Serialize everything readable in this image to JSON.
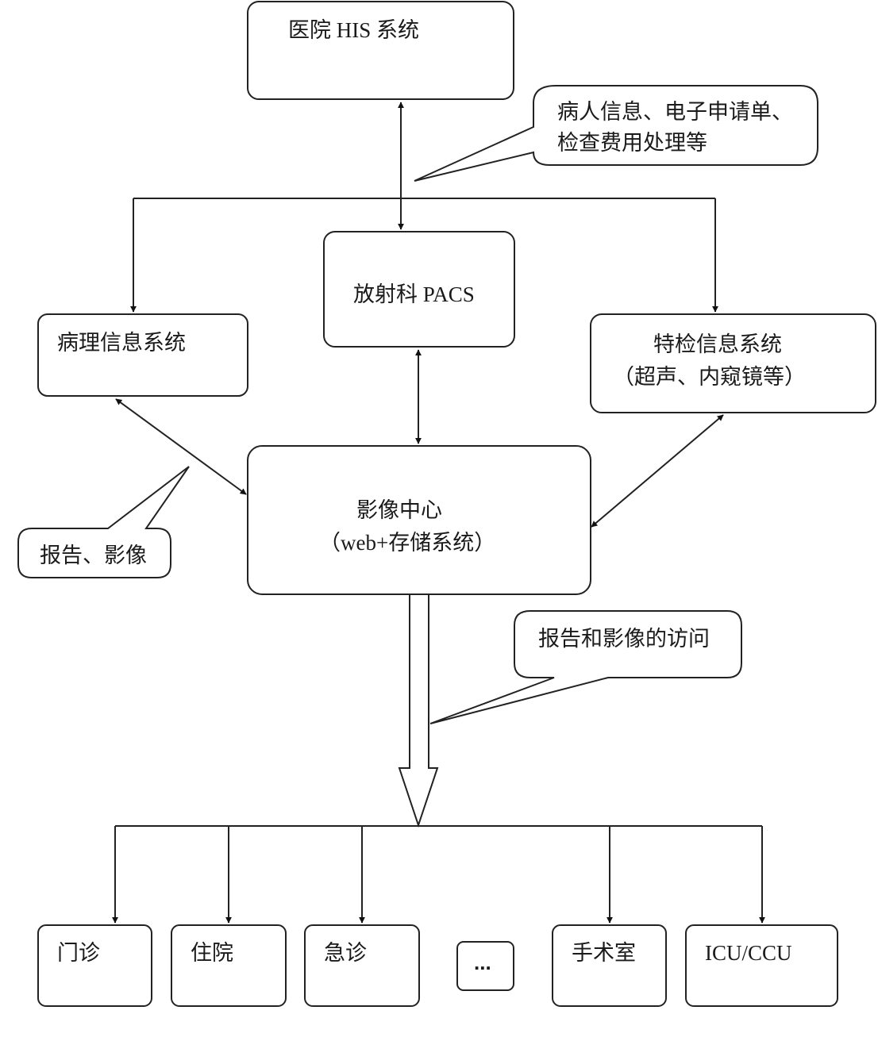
{
  "nodes": {
    "his": "医院 HIS 系统",
    "pacs": "放射科 PACS",
    "pathology": "病理信息系统",
    "special_line1": "特检信息系统",
    "special_line2": "（超声、内窥镜等）",
    "center_line1": "影像中心",
    "center_line2": "（web+存储系统）",
    "outpatient": "门诊",
    "inpatient": "住院",
    "emergency": "急诊",
    "more": "...",
    "surgery": "手术室",
    "icu": "ICU/CCU"
  },
  "callouts": {
    "his_info_line1": "病人信息、电子申请单、",
    "his_info_line2": "检查费用处理等",
    "report_image": "报告、影像",
    "access": "报告和影像的访问"
  }
}
